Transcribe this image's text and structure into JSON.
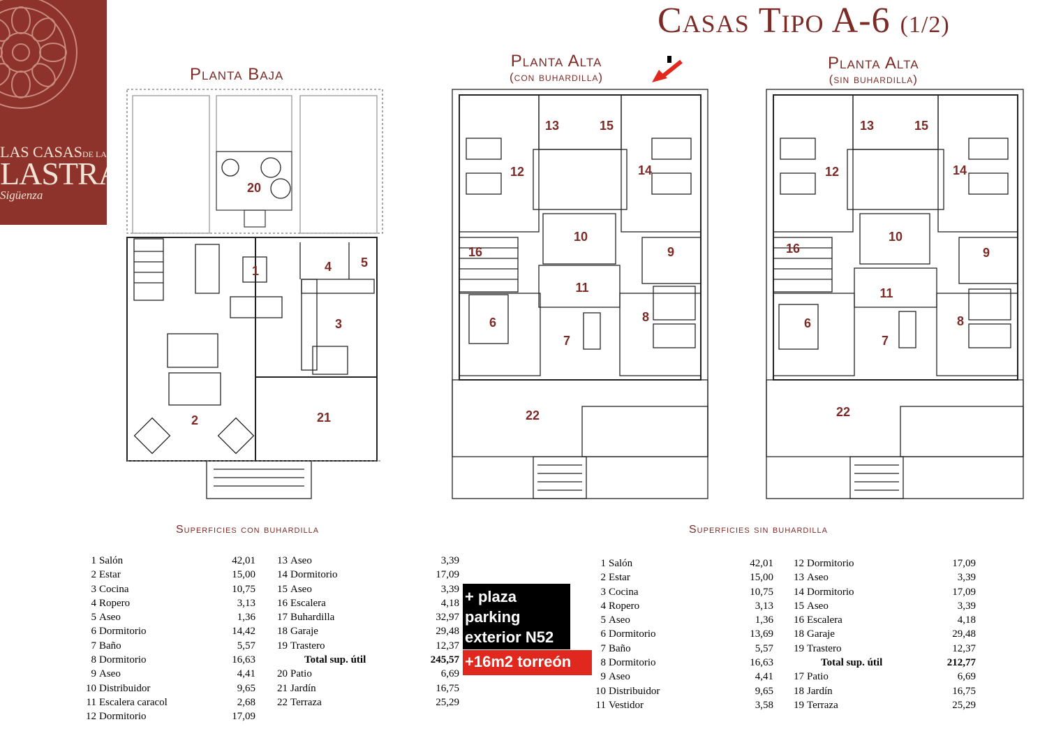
{
  "brand": {
    "line1_pre": "LAS CASAS",
    "line1_small": "DE LA",
    "line2": "LASTRA",
    "line3": "Sigüenza",
    "color": "#8e332b"
  },
  "title": {
    "main": "Casas Tipo A-6",
    "part": "(1/2)",
    "color": "#7b2a25"
  },
  "plans": {
    "baja": {
      "title": "Planta Baja"
    },
    "alta_con": {
      "title": "Planta Alta",
      "subtitle": "(con buhardilla)"
    },
    "alta_sin": {
      "title": "Planta Alta",
      "subtitle": "(sin buhardilla)"
    },
    "arrow_color": "#e0281e"
  },
  "rooms_baja": [
    "1",
    "2",
    "3",
    "4",
    "5",
    "20",
    "21"
  ],
  "rooms_alta_con": [
    "6",
    "7",
    "8",
    "9",
    "10",
    "11",
    "12",
    "13",
    "14",
    "15",
    "16",
    "22"
  ],
  "rooms_alta_sin": [
    "6",
    "7",
    "8",
    "9",
    "10",
    "11",
    "12",
    "13",
    "14",
    "15",
    "16",
    "22"
  ],
  "tables": {
    "con": {
      "heading": "Superficies con buhardilla",
      "col1": [
        {
          "n": "1",
          "label": "Salón",
          "value": "42,01"
        },
        {
          "n": "2",
          "label": "Estar",
          "value": "15,00"
        },
        {
          "n": "3",
          "label": "Cocina",
          "value": "10,75"
        },
        {
          "n": "4",
          "label": "Ropero",
          "value": "3,13"
        },
        {
          "n": "5",
          "label": "Aseo",
          "value": "1,36"
        },
        {
          "n": "6",
          "label": "Dormitorio",
          "value": "14,42"
        },
        {
          "n": "7",
          "label": "Baño",
          "value": "5,57"
        },
        {
          "n": "8",
          "label": "Dormitorio",
          "value": "16,63"
        },
        {
          "n": "9",
          "label": "Aseo",
          "value": "4,41"
        },
        {
          "n": "10",
          "label": "Distribuidor",
          "value": "9,65"
        },
        {
          "n": "11",
          "label": "Escalera caracol",
          "value": "2,68"
        },
        {
          "n": "12",
          "label": "Dormitorio",
          "value": "17,09"
        }
      ],
      "col2": [
        {
          "n": "13",
          "label": "Aseo",
          "value": "3,39"
        },
        {
          "n": "14",
          "label": "Dormitorio",
          "value": "17,09"
        },
        {
          "n": "15",
          "label": "Aseo",
          "value": "3,39"
        },
        {
          "n": "16",
          "label": "Escalera",
          "value": "4,18"
        },
        {
          "n": "17",
          "label": "Buhardilla",
          "value": "32,97"
        },
        {
          "n": "18",
          "label": "Garaje",
          "value": "29,48"
        },
        {
          "n": "19",
          "label": "Trastero",
          "value": "12,37"
        },
        {
          "n": "",
          "label": "Total sup. útil",
          "value": "245,57",
          "total": true
        },
        {
          "n": "20",
          "label": "Patio",
          "value": "6,69"
        },
        {
          "n": "21",
          "label": "Jardín",
          "value": "16,75"
        },
        {
          "n": "22",
          "label": "Terraza",
          "value": "25,29"
        }
      ]
    },
    "sin": {
      "heading": "Superficies sin buhardilla",
      "col1": [
        {
          "n": "1",
          "label": "Salón",
          "value": "42,01"
        },
        {
          "n": "2",
          "label": "Estar",
          "value": "15,00"
        },
        {
          "n": "3",
          "label": "Cocina",
          "value": "10,75"
        },
        {
          "n": "4",
          "label": "Ropero",
          "value": "3,13"
        },
        {
          "n": "5",
          "label": "Aseo",
          "value": "1,36"
        },
        {
          "n": "6",
          "label": "Dormitorio",
          "value": "13,69"
        },
        {
          "n": "7",
          "label": "Baño",
          "value": "5,57"
        },
        {
          "n": "8",
          "label": "Dormitorio",
          "value": "16,63"
        },
        {
          "n": "9",
          "label": "Aseo",
          "value": "4,41"
        },
        {
          "n": "10",
          "label": "Distribuidor",
          "value": "9,65"
        },
        {
          "n": "11",
          "label": "Vestidor",
          "value": "3,58"
        }
      ],
      "col2": [
        {
          "n": "12",
          "label": "Dormitorio",
          "value": "17,09"
        },
        {
          "n": "13",
          "label": "Aseo",
          "value": "3,39"
        },
        {
          "n": "14",
          "label": "Dormitorio",
          "value": "17,09"
        },
        {
          "n": "15",
          "label": "Aseo",
          "value": "3,39"
        },
        {
          "n": "16",
          "label": "Escalera",
          "value": "4,18"
        },
        {
          "n": "18",
          "label": "Garaje",
          "value": "29,48"
        },
        {
          "n": "19",
          "label": "Trastero",
          "value": "12,37"
        },
        {
          "n": "",
          "label": "Total sup. útil",
          "value": "212,77",
          "total": true
        },
        {
          "n": "17",
          "label": "Patio",
          "value": "6,69"
        },
        {
          "n": "18",
          "label": "Jardín",
          "value": "16,75"
        },
        {
          "n": "19",
          "label": "Terraza",
          "value": "25,29"
        }
      ]
    }
  },
  "badges": {
    "parking_lines": [
      "+ plaza",
      "parking",
      "exterior N52"
    ],
    "torreon": "+16m2 torreón",
    "parking_bg": "#000000",
    "torreon_bg": "#e0281e"
  }
}
